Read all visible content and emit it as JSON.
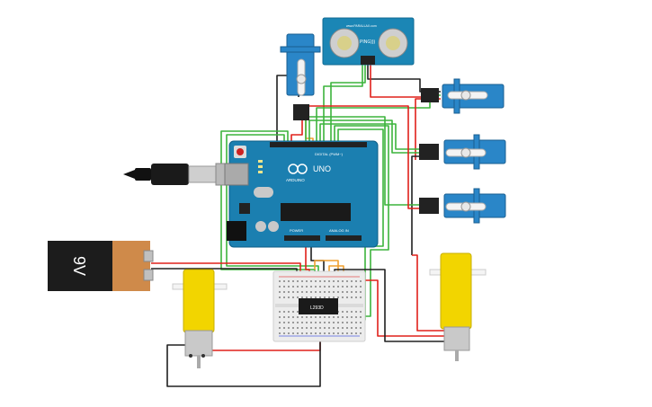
{
  "battery": {
    "label": "9V"
  },
  "arduino": {
    "brand": "UNO",
    "sub_brand": "ARDUINO",
    "digital_label": "DIGITAL (PWM~)",
    "power_label": "POWER",
    "analog_label": "ANALOG IN"
  },
  "sensor": {
    "label": "PING)))",
    "maker": "www.PARALLAX.com"
  },
  "driver_chip": {
    "label": "L293D"
  },
  "colors": {
    "wire_red": "#e0201a",
    "wire_black": "#202020",
    "wire_green": "#3cb43c",
    "wire_orange": "#f0a030",
    "board": "#1b7fb0",
    "servo": "#2a86c8",
    "motor": "#f2d500",
    "battery_body": "#cf8a4a"
  }
}
